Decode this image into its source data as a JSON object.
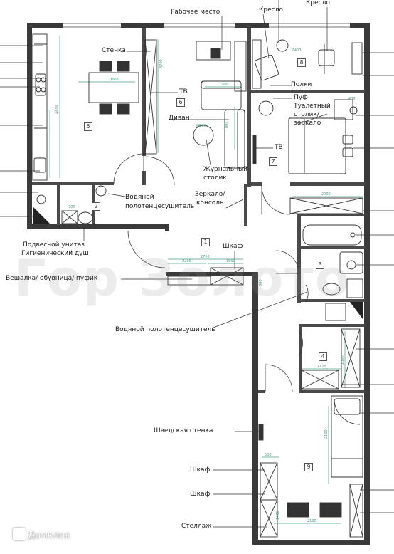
{
  "labels": {
    "workplace": "Рабочее место",
    "armchair_1": "Кресло",
    "armchair_2": "Кресло",
    "wall_unit": "Стенка",
    "tv_1": "ТВ",
    "shelves": "Полки",
    "pouf": "Пуф",
    "vanity_line1": "Туалетный",
    "vanity_line2": "столик/",
    "vanity_line3": "зеркало",
    "sofa": "Диван",
    "tv_2": "ТВ",
    "coffee_table_line1": "Журнальный",
    "coffee_table_line2": "столик",
    "towel_dryer_1_line1": "Водяной",
    "towel_dryer_1_line2": "полотенцесушитель",
    "mirror_line1": "Зеркало/",
    "mirror_line2": "консоль",
    "wall_toilet": "Подвесной унитаз",
    "hygienic_shower": "Гигиенический душ",
    "wardrobe_1": "Шкаф",
    "hanger": "Вешалка/ обувница/ пуфик",
    "towel_dryer_2": "Водяной полотенцесушитель",
    "swedish_wall": "Шведская стенка",
    "wardrobe_2": "Шкаф",
    "wardrobe_3": "Шкаф",
    "rack": "Стеллаж"
  },
  "rooms": [
    "1",
    "2",
    "3",
    "4",
    "5",
    "6",
    "7",
    "8",
    "9"
  ],
  "dimensions": {
    "table_width": "1600",
    "sofa_length": "1700",
    "sofa_depth": "800",
    "kitchen_length": "4600",
    "wall_unit_length": "3700",
    "dim_2700": "2700",
    "dim_2200": "2200",
    "dim_1500": "1500",
    "dim_2000_a": "2000",
    "dim_2000_b": "2000",
    "dim_1125": "1125",
    "dim_2190": "2190",
    "dim_2100": "2100",
    "dim_1400": "1400",
    "dim_500": "500",
    "dim_400": "400",
    "dim_300": "300",
    "dim_700": "700",
    "dim_d400": "Ø400",
    "dim_d800": "Ø800"
  },
  "watermark": "Гор Золото",
  "brand": "Домклик",
  "colors": {
    "wall": "#3a3a3a",
    "dim": "#4a9c8c",
    "furniture": "#333333"
  }
}
